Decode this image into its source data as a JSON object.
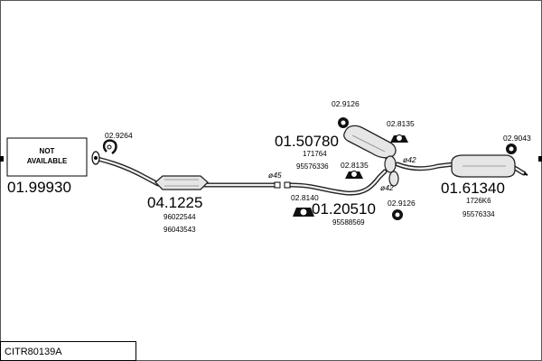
{
  "diagram": {
    "not_available": {
      "line1": "NOT",
      "line2": "AVAILABLE"
    },
    "parts": {
      "front_pipe": "01.99930",
      "cat_converter": "04.1225",
      "center_silencer": "01.50780",
      "intermediate_pipe": "01.20510",
      "rear_silencer": "01.61340"
    },
    "oem_numbers": {
      "cat_1": "96022544",
      "cat_2": "96043543",
      "center_1": "171764",
      "center_2": "95576336",
      "intermediate": "95588569",
      "rear_1": "1726K6",
      "rear_2": "95576334"
    },
    "accessories": {
      "a1": "02.9264",
      "a2": "02.9126",
      "a3": "02.8135",
      "a4": "02.9043",
      "a5": "02.8135",
      "a6": "02.8140",
      "a7": "02.9126"
    },
    "diameters": {
      "d1": "ø45",
      "d2": "ø42",
      "d3": "ø42"
    },
    "footer_code": "CITR80139A"
  },
  "colors": {
    "outline": "#222222",
    "pipe_fill": "#f2f2f2",
    "part_fill": "#e6e6e6",
    "hardware": "#111111"
  }
}
